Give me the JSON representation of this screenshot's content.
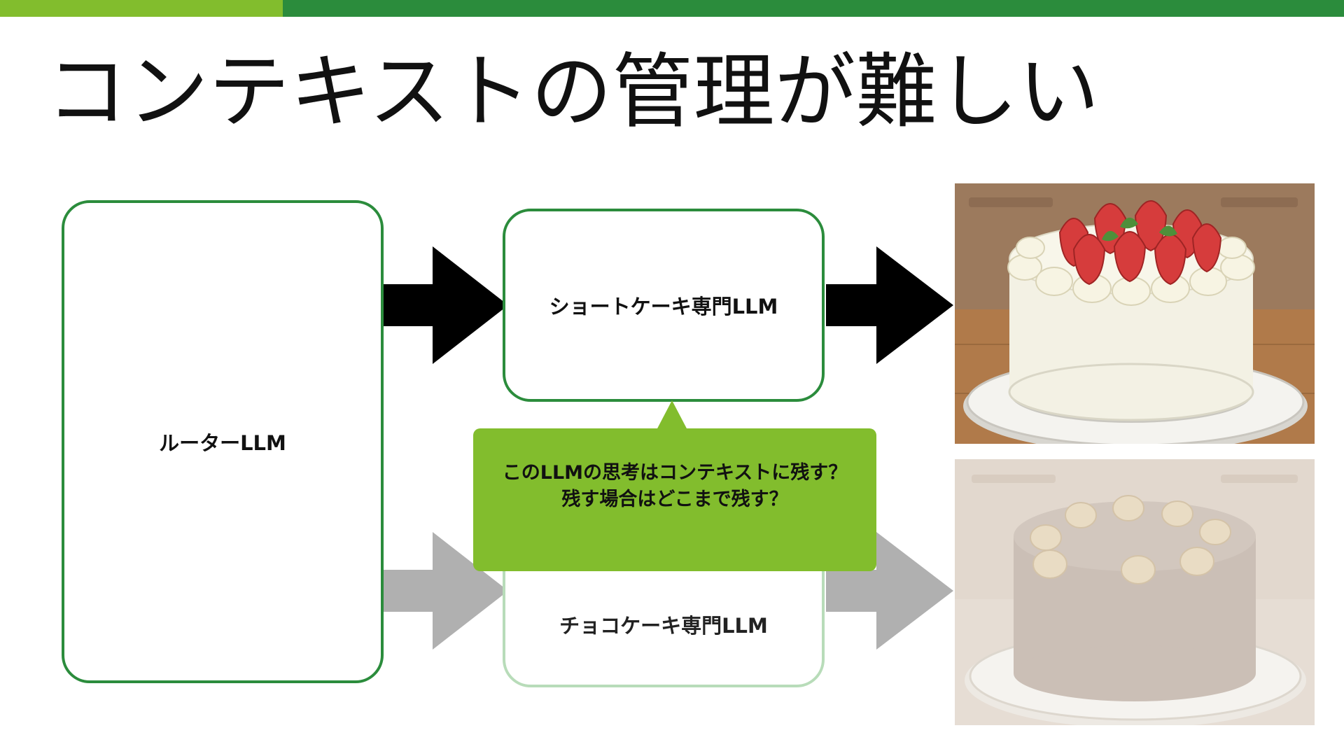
{
  "slide": {
    "title": "コンテキストの管理が難しい",
    "accent_light": "#82bd2d",
    "accent_dark": "#2b8c3c"
  },
  "diagram": {
    "router_label": "ルーターLLM",
    "short_label": "ショートケーキ専門LLM",
    "choco_label": "チョコケーキ専門LLM",
    "callout_lines": [
      "このLLMの思考はコンテキストに残す？",
      "残す場合はどこまで残す？"
    ],
    "images": {
      "top": "strawberry-shortcake-illustration",
      "bottom": "chocolate-cake-illustration-faded"
    }
  }
}
